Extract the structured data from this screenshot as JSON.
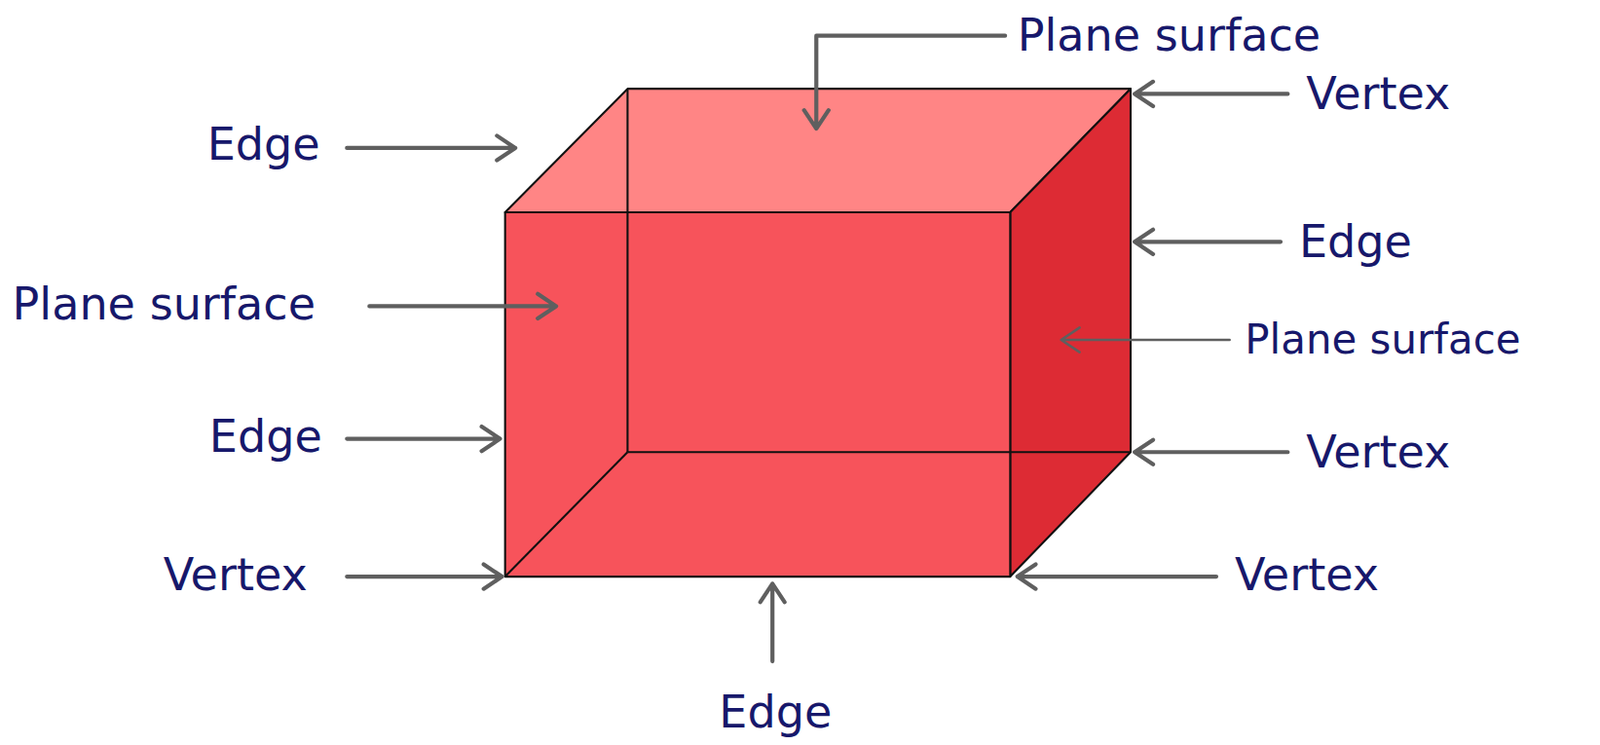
{
  "diagram": {
    "labels": [
      "Plane surface",
      "Vertex",
      "Edge",
      "Edge",
      "Plane surface",
      "Plane surface",
      "Edge",
      "Vertex",
      "Vertex",
      "Vertex",
      "Edge"
    ]
  }
}
